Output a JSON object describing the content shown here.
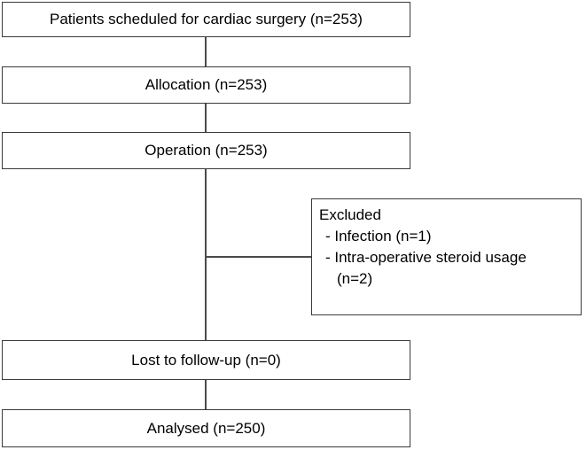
{
  "diagram": {
    "type": "consort-flow-diagram",
    "title": "",
    "nodes": [
      {
        "id": "enrollment",
        "name": "patients-scheduled-box",
        "label": "Patients scheduled for cardiac surgery (n=253)",
        "count": 253
      },
      {
        "id": "allocation",
        "name": "allocation-box",
        "label": "Allocation (n=253)",
        "count": 253
      },
      {
        "id": "operation",
        "name": "operation-box",
        "label": "Operation (n=253)",
        "count": 253
      },
      {
        "id": "lost-to-followup",
        "name": "lost-to-followup-box",
        "label": "Lost to follow-up (n=0)",
        "count": 0
      },
      {
        "id": "analysed",
        "name": "analysed-box",
        "label": "Analysed (n=250)",
        "count": 250
      }
    ],
    "excluded": {
      "name": "excluded-box",
      "title": "Excluded",
      "items": [
        {
          "label": "- Infection (n=1)",
          "count": 1
        },
        {
          "label": "- Intra-operative steroid usage",
          "count": 2
        },
        {
          "label": "(n=2)"
        }
      ]
    },
    "colors": {
      "box_border": "#3a3a3a",
      "connector": "#4a4a4a",
      "background": "#ffffff",
      "text": "#000000"
    }
  }
}
